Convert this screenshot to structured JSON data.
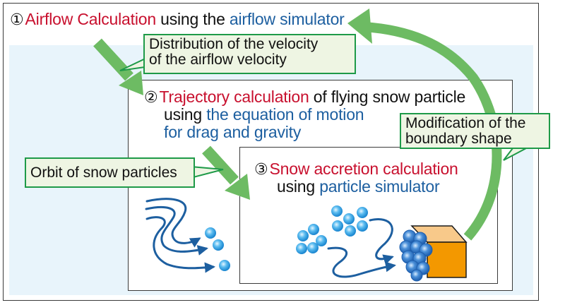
{
  "step1": {
    "number": "①",
    "title_red": "Airflow Calculation",
    "title_mid": " using the ",
    "title_blue": "airflow simulator"
  },
  "step2": {
    "number": "②",
    "title_red": "Trajectory calculation",
    "title_mid": " of flying snow particle",
    "line2_black": "using ",
    "line2_blue": "the equation of motion",
    "line3_blue": "for drag and gravity"
  },
  "step3": {
    "number": "③",
    "title_red": "Snow accretion calculation",
    "line2_black": "using ",
    "line2_blue": "particle simulator"
  },
  "callouts": {
    "velocity_line1": "Distribution of the velocity",
    "velocity_line2": "of the airflow velocity",
    "orbit": "Orbit of snow particles",
    "modification_line1": "Modification of the",
    "modification_line2": "boundary shape"
  },
  "colors": {
    "arrow_green": "#6dbb63",
    "callout_border": "#1e9a48",
    "callout_fill": "#eef5e3",
    "heading_red": "#c8102e",
    "heading_blue": "#1d5fa0",
    "panel_blue": "#e8f4fb",
    "trajectory_blue": "#1d5fa0",
    "particle_blue": "#3aa6e6",
    "cube_orange": "#f39800",
    "cube_top": "#f8c98a"
  }
}
